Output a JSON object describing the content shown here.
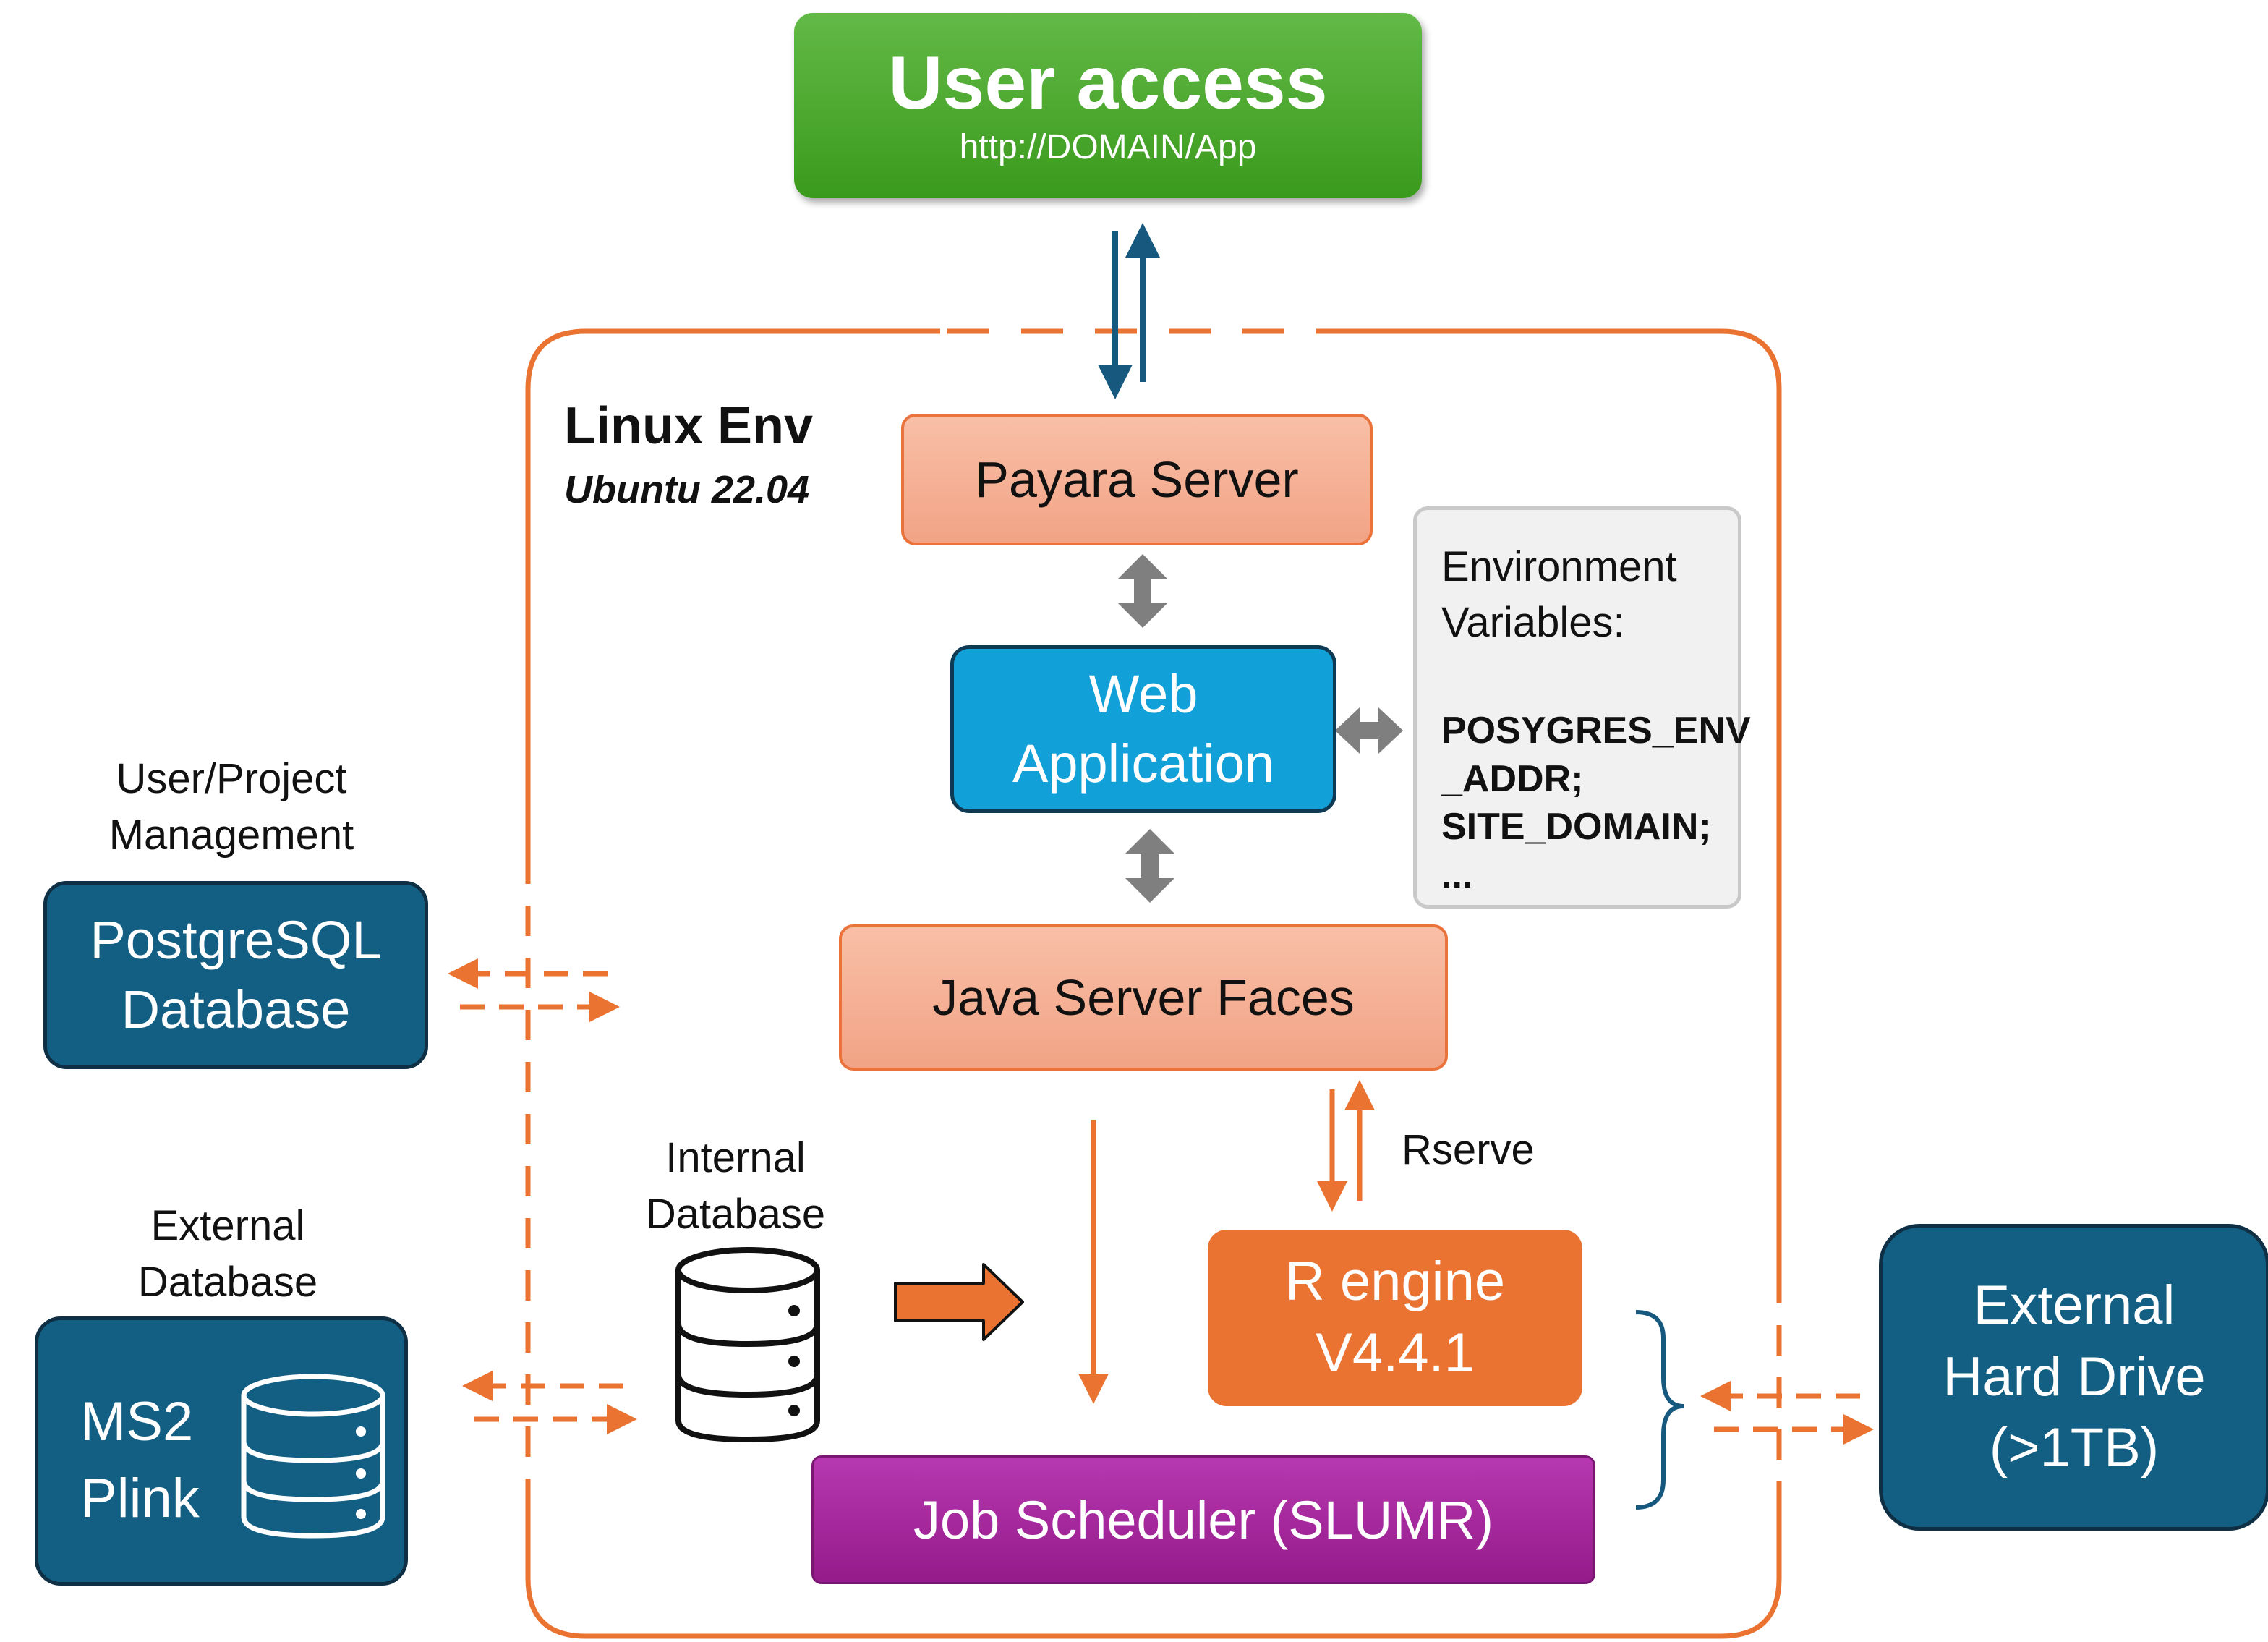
{
  "user_access": {
    "title": "User access",
    "url": "http://DOMAIN/App"
  },
  "linux_env": {
    "title": "Linux Env",
    "os": "Ubuntu 22.04"
  },
  "payara": {
    "label": "Payara Server"
  },
  "web_app": {
    "line1": "Web",
    "line2": "Application"
  },
  "env_vars": {
    "title_line1": "Environment",
    "title_line2": "Variables:",
    "vars": [
      "POSYGRES_ENV",
      "_ADDR;",
      "SITE_DOMAIN;",
      "..."
    ]
  },
  "jsf": {
    "label": "Java Server Faces"
  },
  "rserve": {
    "label": "Rserve"
  },
  "r_engine": {
    "line1": "R engine",
    "line2": "V4.4.1"
  },
  "scheduler": {
    "label": "Job Scheduler (SLUMR)"
  },
  "internal_db": {
    "line1": "Internal",
    "line2": "Database"
  },
  "postgres": {
    "caption_line1": "User/Project",
    "caption_line2": "Management",
    "line1": "PostgreSQL",
    "line2": "Database"
  },
  "external_db": {
    "caption_line1": "External",
    "caption_line2": "Database",
    "line1": "MS2",
    "line2": "Plink"
  },
  "hard_drive": {
    "line1": "External",
    "line2": "Hard Drive",
    "line3": "(>1TB)"
  },
  "colors": {
    "orange": "#eb7332",
    "green": "#4aa82c",
    "blue": "#12a0d8",
    "dark_blue": "#135f84",
    "purple": "#a22a9a",
    "arrow_blue": "#16587e",
    "gray_arrow": "#7f7f7f"
  }
}
